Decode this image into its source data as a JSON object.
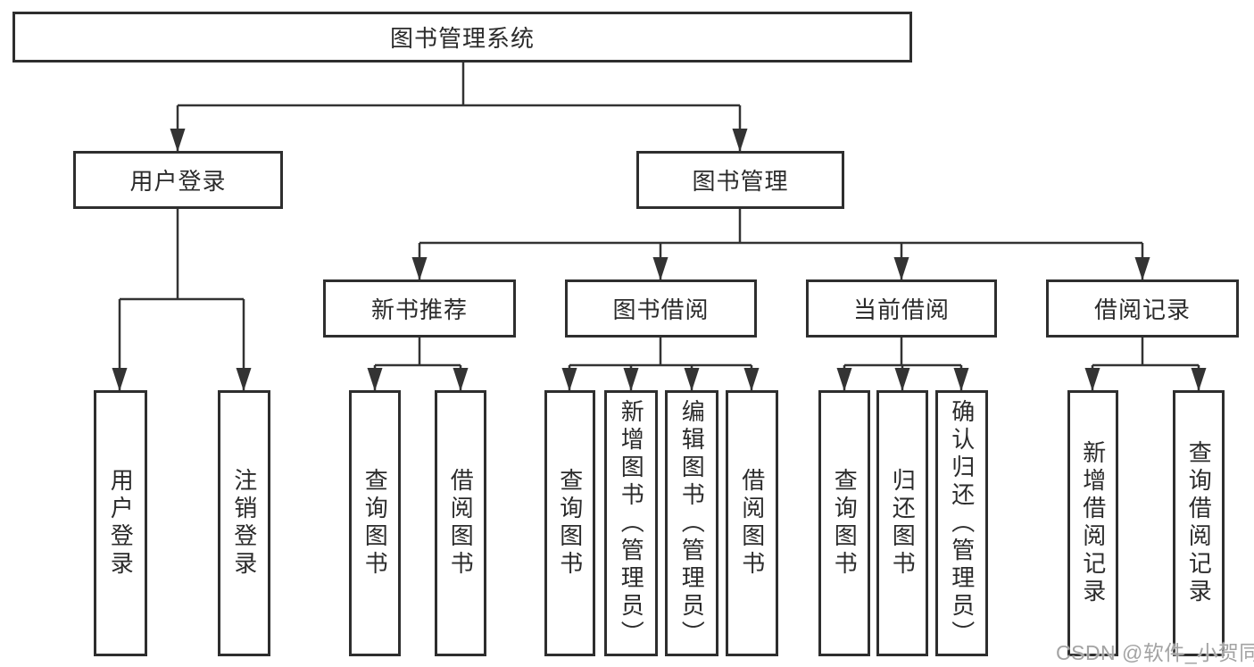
{
  "tree": {
    "label": "图书管理系统",
    "children": [
      {
        "label": "用户登录",
        "children": [
          {
            "label": "用户登录"
          },
          {
            "label": "注销登录"
          }
        ]
      },
      {
        "label": "图书管理",
        "children": [
          {
            "label": "新书推荐",
            "children": [
              {
                "label": "查询图书"
              },
              {
                "label": "借阅图书"
              }
            ]
          },
          {
            "label": "图书借阅",
            "children": [
              {
                "label": "查询图书"
              },
              {
                "label": "新增图书（管理员）"
              },
              {
                "label": "编辑图书（管理员）"
              },
              {
                "label": "借阅图书"
              }
            ]
          },
          {
            "label": "当前借阅",
            "children": [
              {
                "label": "查询图书"
              },
              {
                "label": "归还图书"
              },
              {
                "label": "确认归还（管理员）"
              }
            ]
          },
          {
            "label": "借阅记录",
            "children": [
              {
                "label": "新增借阅记录"
              },
              {
                "label": "查询借阅记录"
              }
            ]
          }
        ]
      }
    ]
  },
  "watermark": "CSDN @软件_小贺同学",
  "colors": {
    "line": "#333333",
    "box_border": "#2e2e2e",
    "text": "#2b2b2b",
    "watermark": "#a3a3a3",
    "background": "#ffffff"
  }
}
